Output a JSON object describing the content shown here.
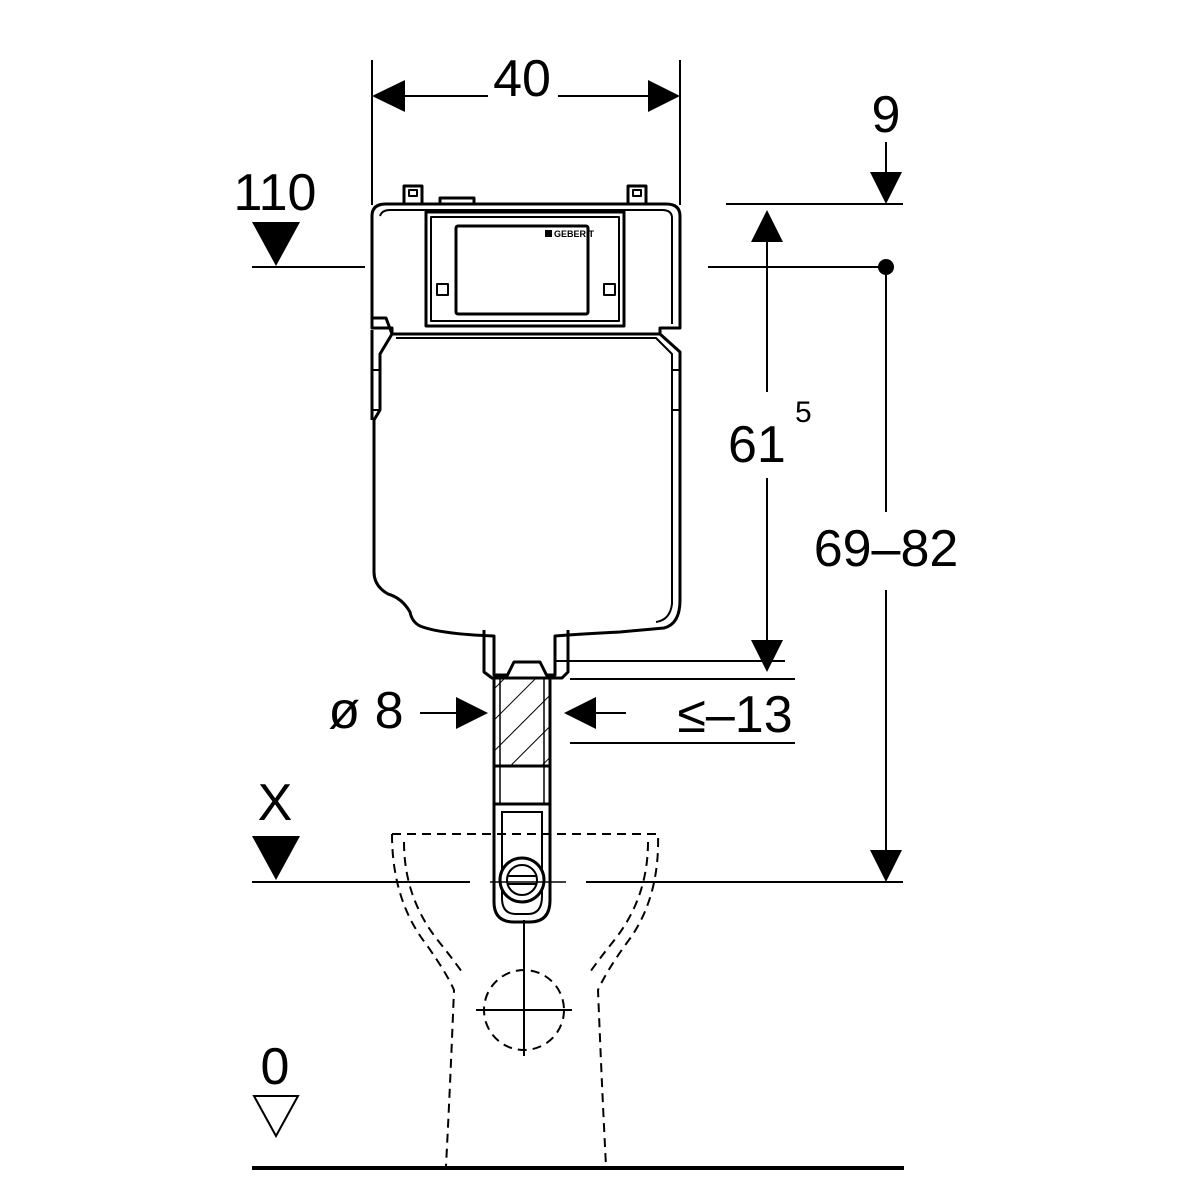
{
  "dimensions": {
    "width": "40",
    "top_offset": "9",
    "actuation_height": "110",
    "cistern_height_main": "61",
    "cistern_height_sup": "5",
    "height_range": "69–82",
    "pipe_diameter": "ø 8",
    "pipe_offset": "≤–13",
    "axis_label": "X",
    "floor_level": "0"
  },
  "brand": {
    "logo_text": "GEBERIT"
  }
}
